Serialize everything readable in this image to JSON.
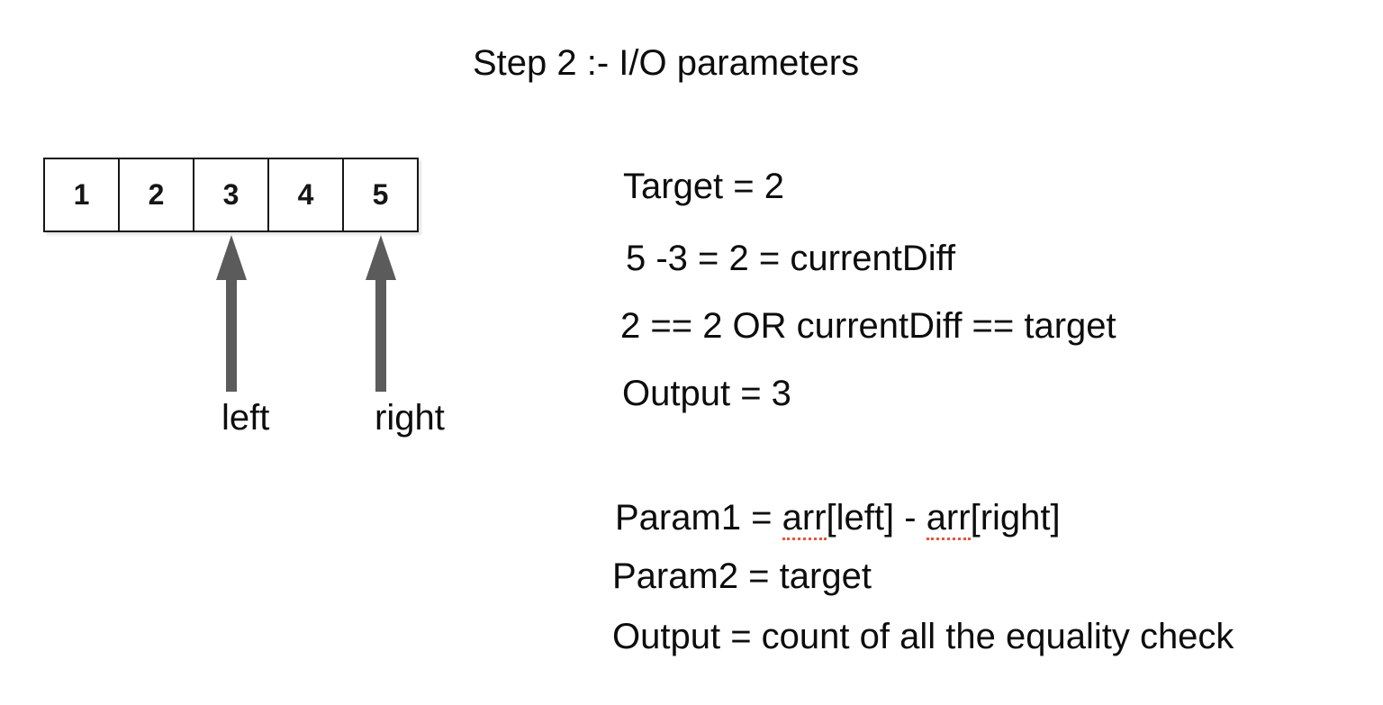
{
  "title": "Step 2 :- I/O parameters",
  "array": {
    "cells": [
      "1",
      "2",
      "3",
      "4",
      "5"
    ]
  },
  "pointers": {
    "left_label": "left",
    "right_label": "right"
  },
  "calc": {
    "target": "Target = 2",
    "current_diff": "5 -3 = 2 = currentDiff",
    "equality_check": "2 == 2 OR currentDiff == target",
    "output": "Output = 3"
  },
  "params": {
    "param1": {
      "prefix": "Param1 = ",
      "arr1": "arr",
      "middle": "[left] - ",
      "arr2": "arr",
      "suffix": "[right]"
    },
    "param2": "Param2 = target",
    "output": "Output = count of all the equality check"
  },
  "colors": {
    "arrow": "#5b5b5b",
    "text": "#0d0d0d",
    "array_border": "#161616",
    "spellcheck_underline": "#f0503a"
  }
}
